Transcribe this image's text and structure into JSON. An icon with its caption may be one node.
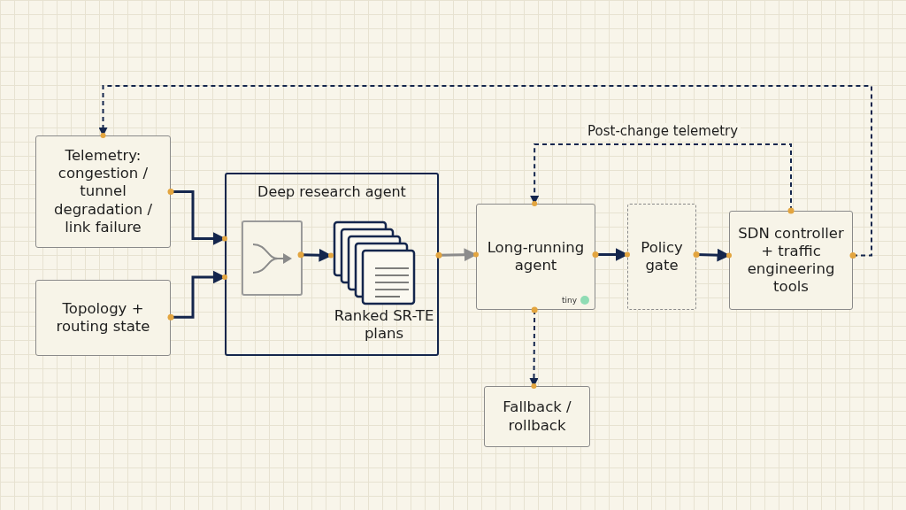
{
  "diagram": {
    "nodes": [
      {
        "text": [
          "Telemetry: congestion / tunnel degradation / link failure"
        ]
      },
      {
        "text": [
          "Topology + routing state"
        ]
      },
      {
        "text": [
          "Deep research agent"
        ]
      },
      {
        "text": [],
        "shape": "box",
        "in": 2
      },
      {
        "text": [
          "Ranked SR-TE plans"
        ],
        "in": 2
      },
      {
        "text": [
          "Long-running agent",
          "tiny"
        ]
      },
      {
        "text": [
          "Policy gate"
        ]
      },
      {
        "text": [
          "SDN controller + traffic engineering tools"
        ]
      },
      {
        "text": [
          "Fallback / rollback"
        ]
      }
    ],
    "edges": [
      {
        "from": 0,
        "to": 2,
        "arrow": "to"
      },
      {
        "from": 1,
        "to": 2,
        "arrow": "to"
      },
      {
        "from": 3,
        "to": 4,
        "arrow": "to"
      },
      {
        "from": 2,
        "to": 5,
        "arrow": "to",
        "color": "#8c8c8c"
      },
      {
        "from": 5,
        "to": 6,
        "arrow": "to"
      },
      {
        "from": 6,
        "to": 7,
        "arrow": "to"
      },
      {
        "from": 7,
        "to": 5,
        "arrow": "to",
        "style": "dashed",
        "label": "Post-change telemetry"
      },
      {
        "from": 7,
        "to": 0,
        "arrow": "to",
        "style": "dashed"
      },
      {
        "from": 5,
        "to": 8,
        "arrow": "to",
        "style": "dashed"
      }
    ]
  }
}
